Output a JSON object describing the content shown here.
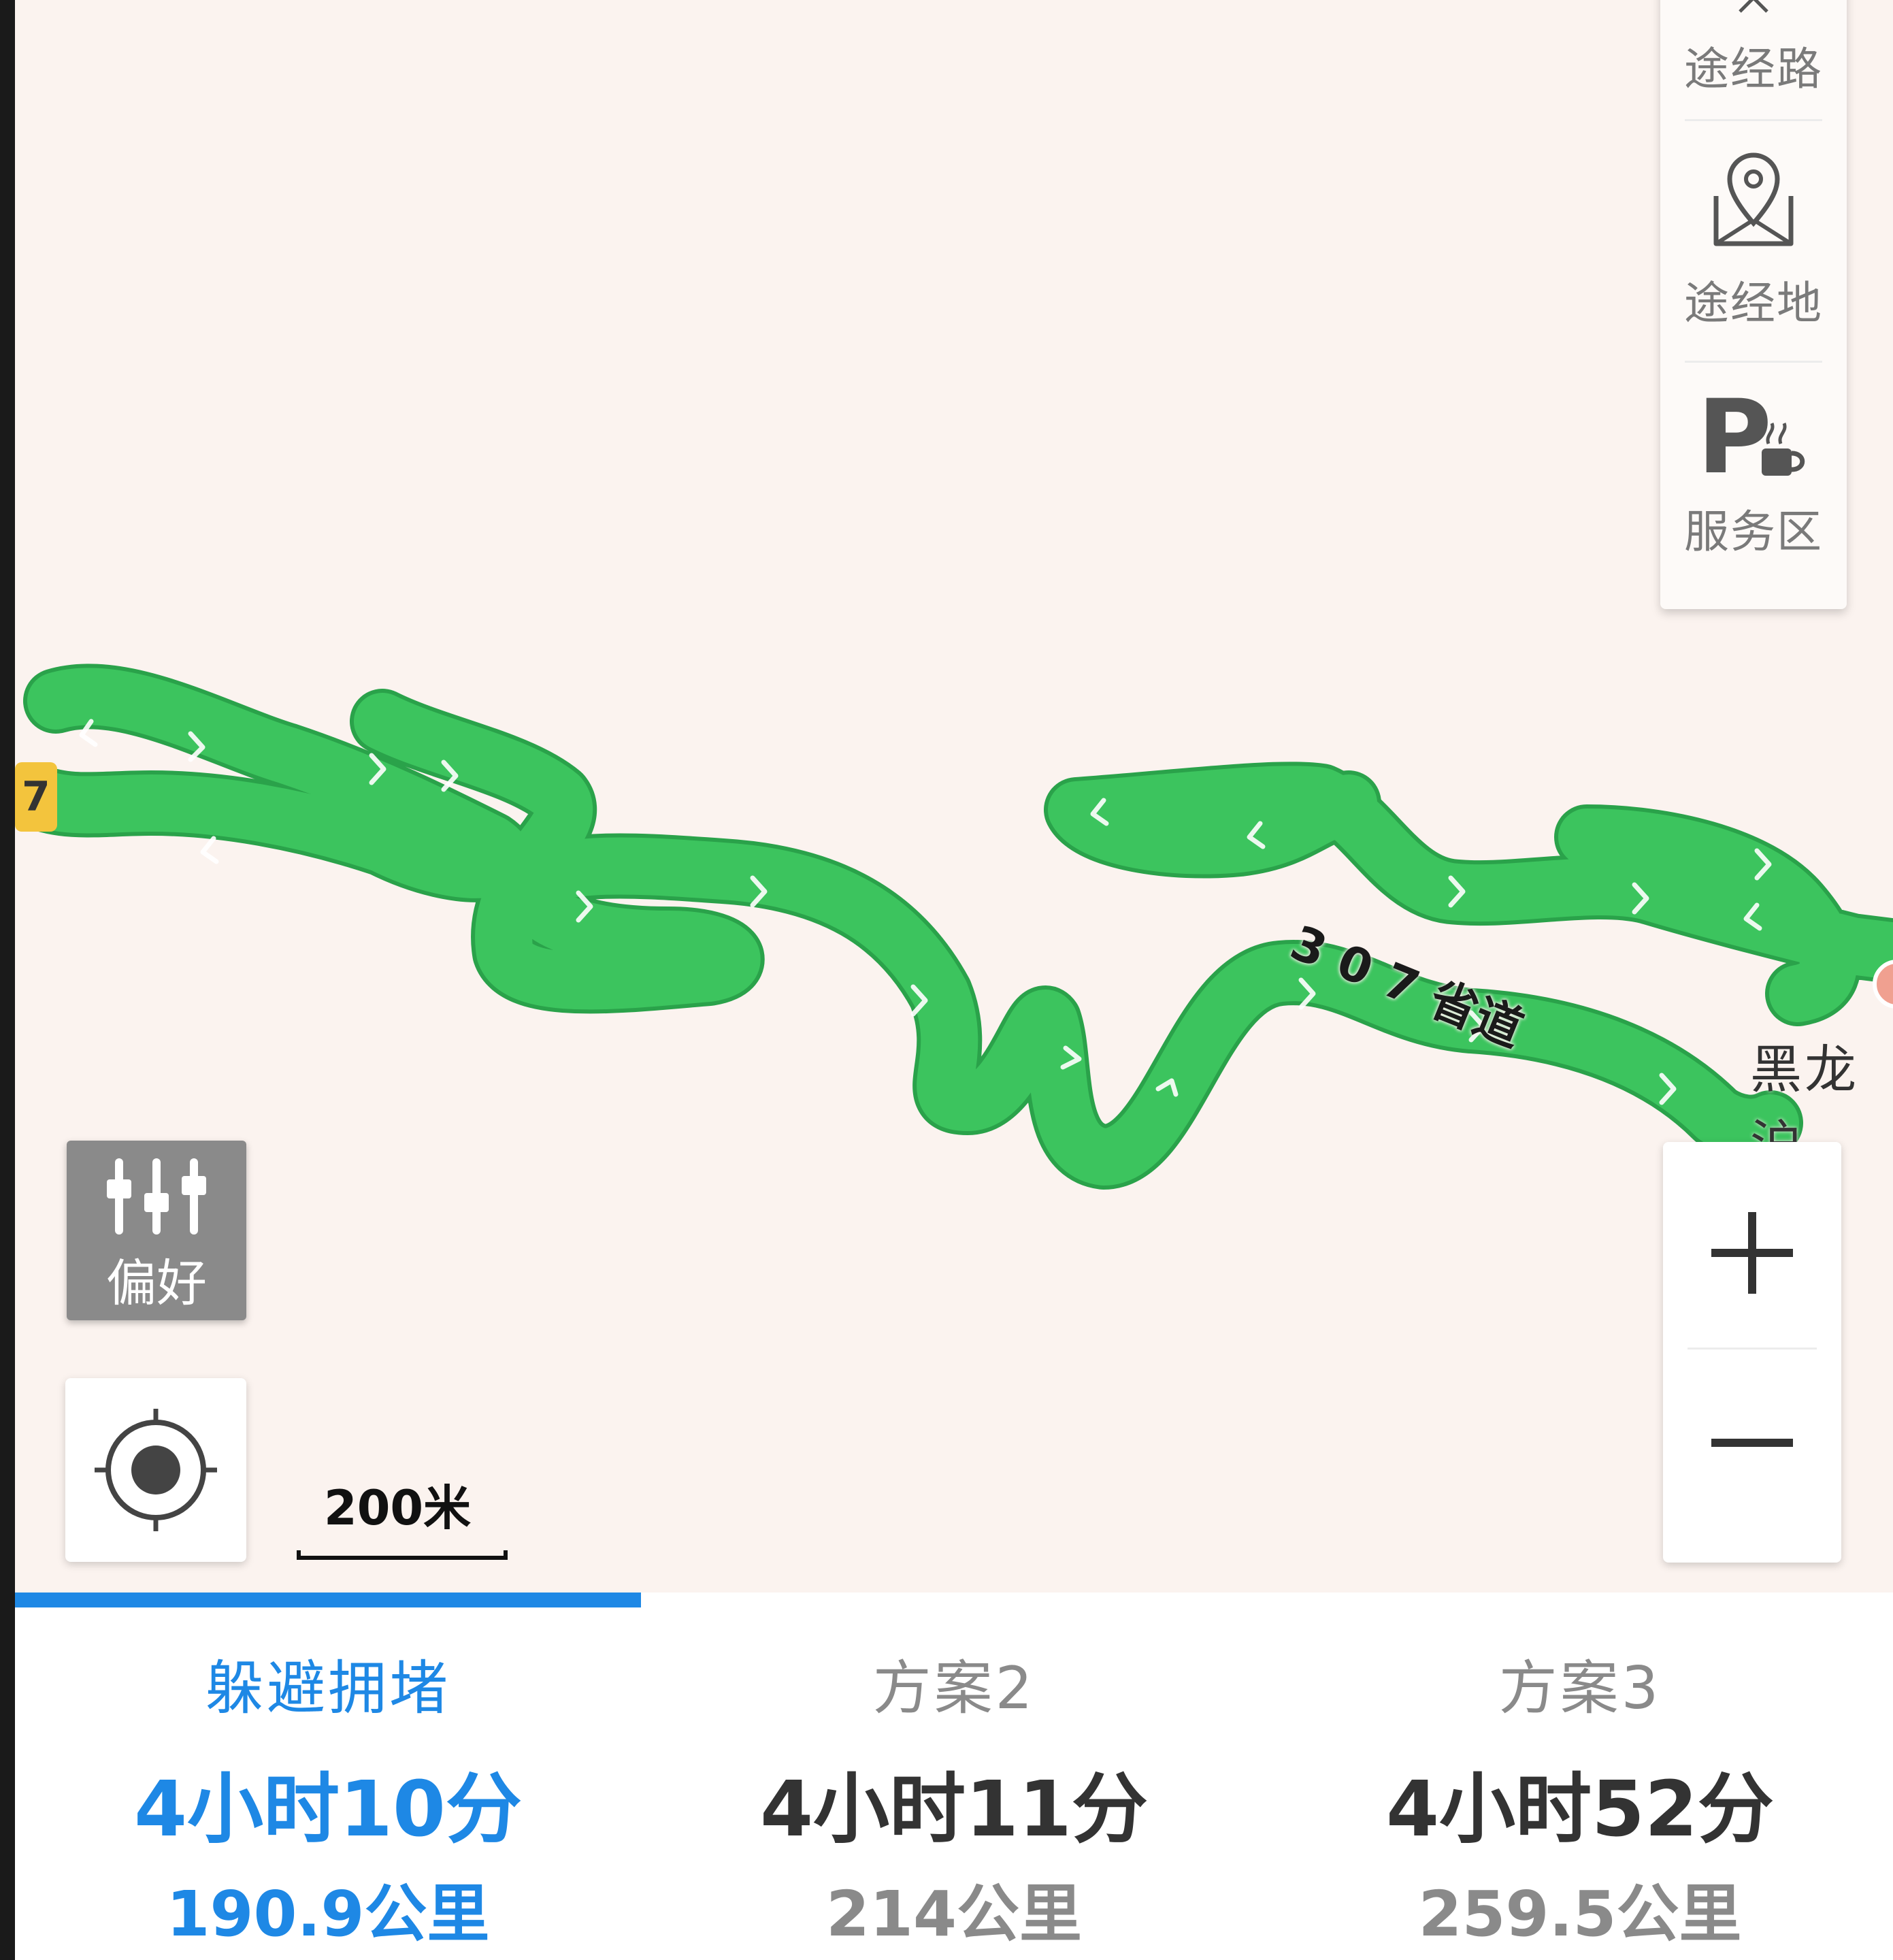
{
  "map": {
    "road_label": "3 0 7 省道",
    "road_shield": "7",
    "place_label": "黑龙沪",
    "scale_label": "200米",
    "route_color": "#3cc45e",
    "route_outline": "#2aa24a"
  },
  "tools": {
    "via_road": "途经路",
    "via_point": "途经地",
    "service_area": "服务区"
  },
  "controls": {
    "preferences": "偏好",
    "zoom_in": "+",
    "zoom_out": "−"
  },
  "routes": [
    {
      "name": "躲避拥堵",
      "time": "4小时10分",
      "distance": "190.9公里",
      "active": true
    },
    {
      "name": "方案2",
      "time": "4小时11分",
      "distance": "214公里",
      "active": false
    },
    {
      "name": "方案3",
      "time": "4小时52分",
      "distance": "259.5公里",
      "active": false
    }
  ],
  "colors": {
    "accent": "#1e88e5",
    "map_background": "#fbf3ef"
  }
}
